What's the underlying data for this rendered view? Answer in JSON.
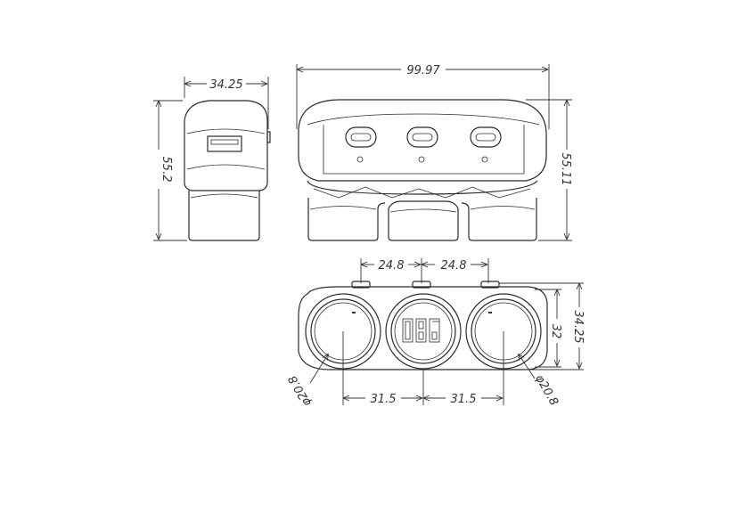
{
  "dimensions": {
    "side_width": "34.25",
    "side_height": "55.2",
    "front_width": "99.97",
    "front_height": "55.11",
    "socket_spacing_left": "24.8",
    "socket_spacing_right": "24.8",
    "bottom_height_outer": "34.25",
    "bottom_height_inner": "32",
    "socket_diameter_left": "φ20.8",
    "socket_diameter_right": "φ20.8",
    "center_spacing_left": "31.5",
    "center_spacing_right": "31.5"
  },
  "display_readout": "086"
}
